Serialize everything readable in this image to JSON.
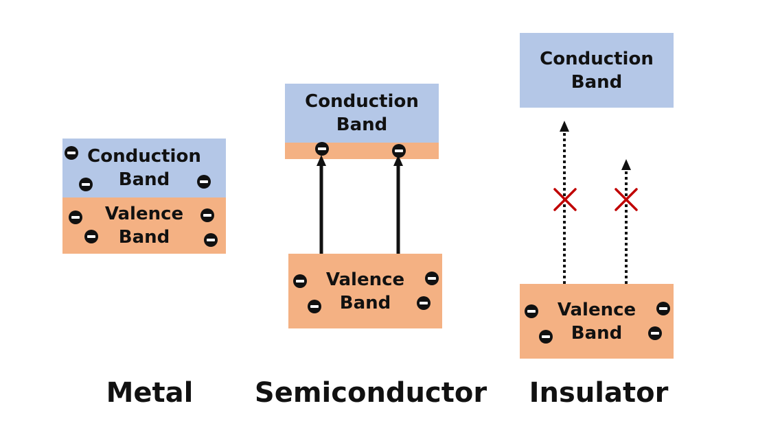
{
  "metal": {
    "conduction_line1": "Conduction",
    "conduction_line2": "Band",
    "valence_line1": "Valence",
    "valence_line2": "Band",
    "title": "Metal"
  },
  "semiconductor": {
    "conduction_line1": "Conduction",
    "conduction_line2": "Band",
    "valence_line1": "Valence",
    "valence_line2": "Band",
    "title": "Semiconductor"
  },
  "insulator": {
    "conduction_line1": "Conduction",
    "conduction_line2": "Band",
    "valence_line1": "Valence",
    "valence_line2": "Band",
    "title": "Insulator"
  },
  "colors": {
    "conduction_band": "#b4c7e7",
    "valence_band": "#f4b183",
    "blocked_mark": "#c00000",
    "electron": "#111111"
  }
}
